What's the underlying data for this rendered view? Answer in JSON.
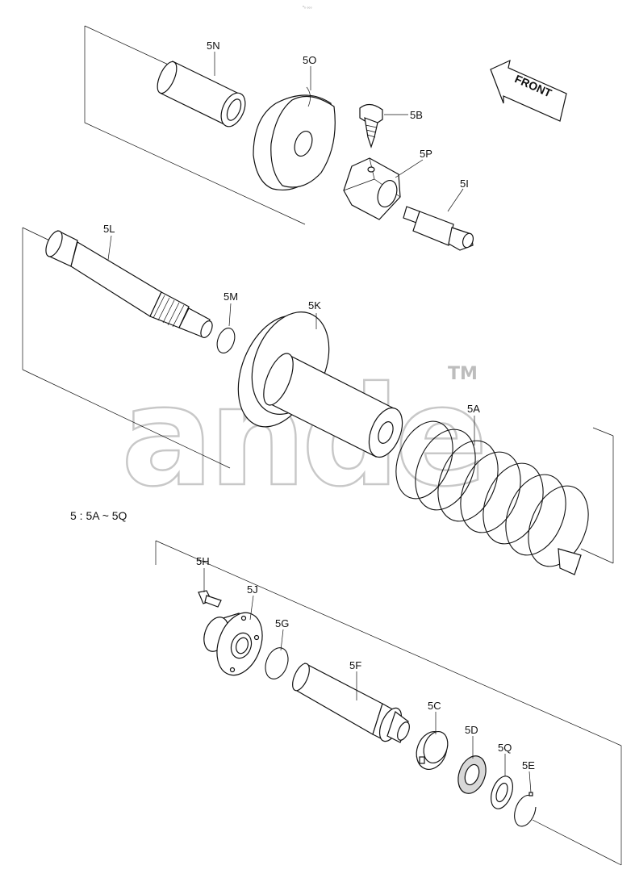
{
  "diagram": {
    "top_mark": "ᵒ₀ ₀₀₀",
    "front_label": "FRONT",
    "range_note": "5 : 5A ~ 5Q",
    "watermark": {
      "text": "ande",
      "trademark": "TM"
    },
    "part_labels": {
      "n": "5N",
      "o": "5O",
      "b": "5B",
      "p": "5P",
      "i": "5I",
      "l": "5L",
      "m": "5M",
      "k": "5K",
      "a": "5A",
      "h": "5H",
      "j": "5J",
      "g": "5G",
      "f": "5F",
      "c": "5C",
      "d": "5D",
      "q": "5Q",
      "e": "5E"
    }
  }
}
